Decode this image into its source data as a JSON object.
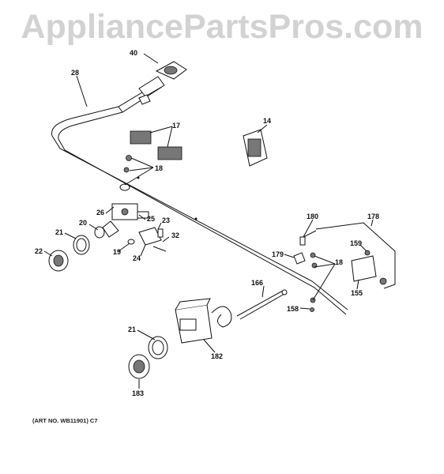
{
  "watermark": "AppliancePartsPros.com",
  "art_number": "(ART NO. WB11901) C7",
  "callouts": [
    "40",
    "28",
    "14",
    "17",
    "18",
    "26",
    "25",
    "23",
    "20",
    "21",
    "22",
    "19",
    "24",
    "32",
    "180",
    "178",
    "179",
    "159",
    "18",
    "155",
    "166",
    "158",
    "21",
    "182",
    "183"
  ]
}
